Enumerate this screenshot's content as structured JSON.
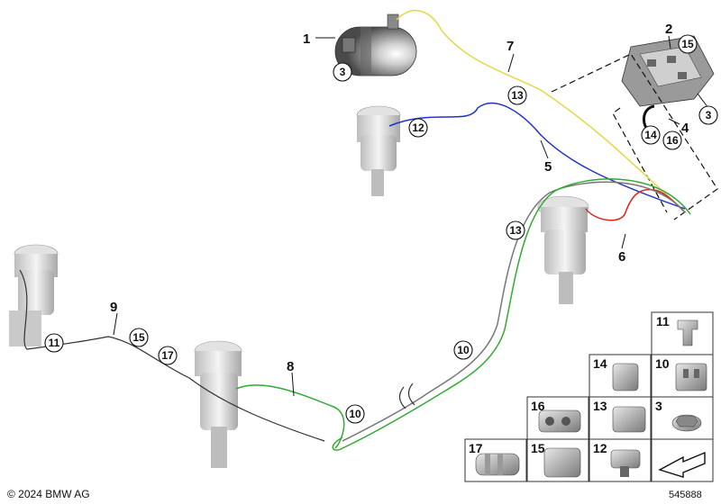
{
  "labels": {
    "l1": "1",
    "l2": "2",
    "l3a": "3",
    "l3b": "3",
    "l4": "4",
    "l5": "5",
    "l6": "6",
    "l7": "7",
    "l8": "8",
    "l9": "9",
    "c10a": "10",
    "c10b": "10",
    "c11": "11",
    "c12": "12",
    "c13a": "13",
    "c13b": "13",
    "c14": "14",
    "c15a": "15",
    "c15b": "15",
    "c16": "16",
    "c17": "17"
  },
  "grid": {
    "g3": "3",
    "g10": "10",
    "g11": "11",
    "g12": "12",
    "g13": "13",
    "g14": "14",
    "g15": "15",
    "g16": "16",
    "g17": "17"
  },
  "footer": {
    "copyright": "© 2024 BMW AG",
    "ref": "545888"
  },
  "colors": {
    "yellow_line": "#e3d84a",
    "blue_line": "#2233cc",
    "red_line": "#dd2222",
    "green_line": "#33aa33",
    "grey_line": "#777777"
  }
}
